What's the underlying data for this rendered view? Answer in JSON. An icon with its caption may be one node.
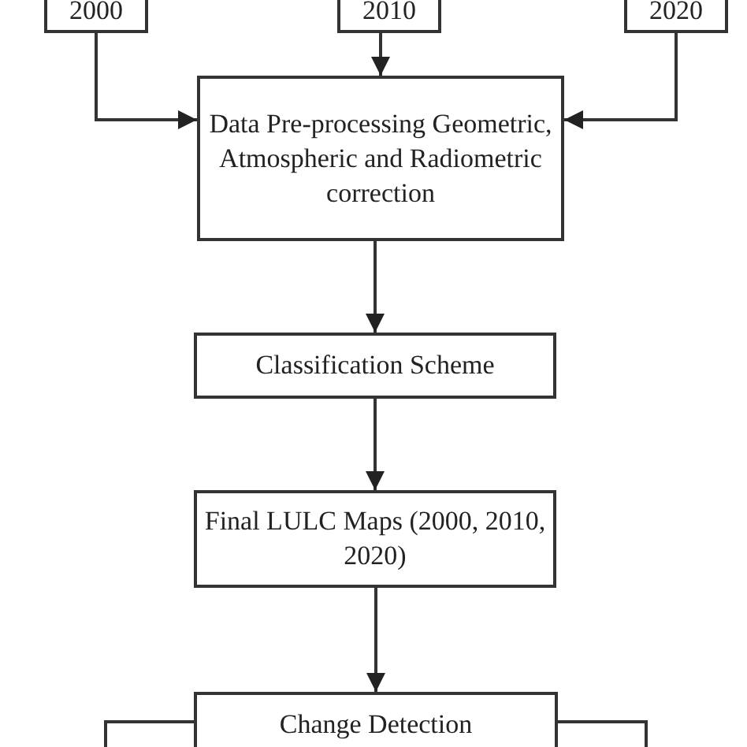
{
  "diagram": {
    "nodes": [
      {
        "text": [
          "2000"
        ]
      },
      {
        "text": [
          "2010"
        ]
      },
      {
        "text": [
          "2020"
        ]
      },
      {
        "text": [
          "Data Pre-processing Geometric, Atmospheric and Radiometric correction"
        ]
      },
      {
        "text": [
          "Classification Scheme"
        ]
      },
      {
        "text": [
          "Final LULC Maps (2000, 2010, 2020)"
        ]
      },
      {
        "text": [
          "Change Detection"
        ]
      }
    ],
    "edges": [
      {
        "from": 0,
        "to": 3,
        "arrow": "to"
      },
      {
        "from": 1,
        "to": 3,
        "arrow": "to"
      },
      {
        "from": 2,
        "to": 3,
        "arrow": "to"
      },
      {
        "from": 3,
        "to": 4,
        "arrow": "to"
      },
      {
        "from": 4,
        "to": 5,
        "arrow": "to"
      },
      {
        "from": 5,
        "to": 6,
        "arrow": "to"
      },
      {
        "from": 6,
        "to": null,
        "arrow": "none"
      },
      {
        "from": 6,
        "to": null,
        "arrow": "none"
      }
    ]
  }
}
